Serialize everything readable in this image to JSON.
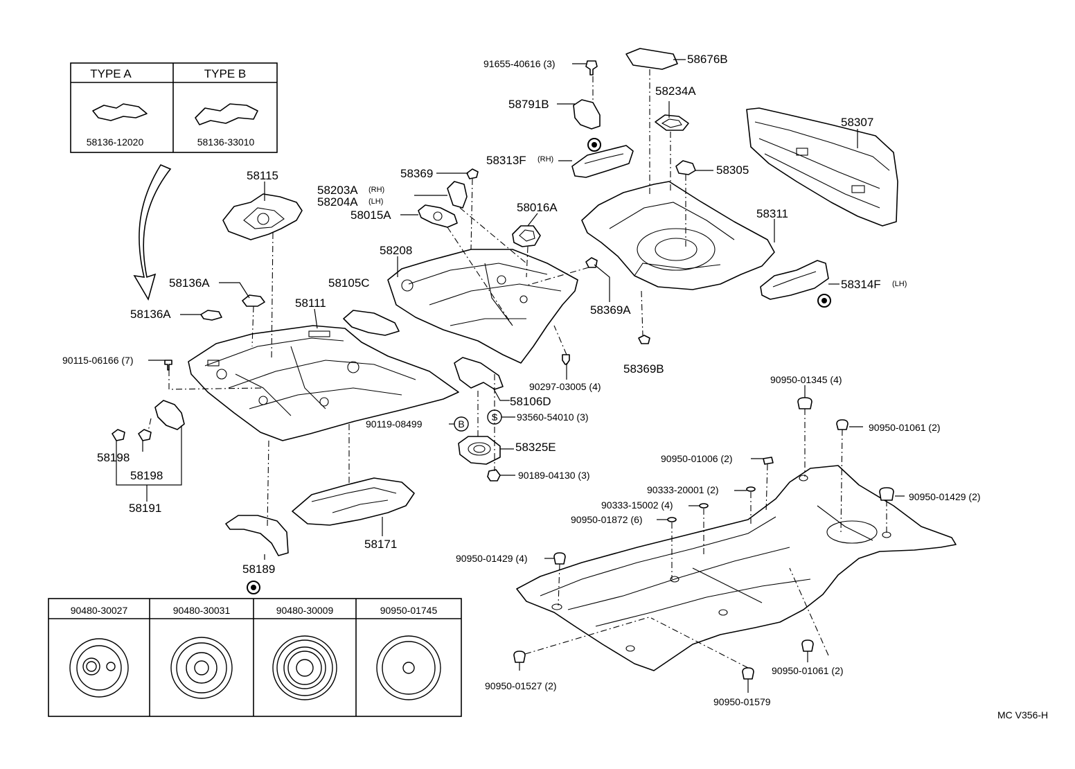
{
  "type_table": {
    "headers": [
      "TYPE  A",
      "TYPE  B"
    ],
    "codes": [
      "58136-12020",
      "58136-33010"
    ]
  },
  "labels": {
    "58115": "58115",
    "58136A_a": "58136A",
    "58136A_b": "58136A",
    "58111": "58111",
    "58105C": "58105C",
    "90115": "90115-06166 (7)",
    "58198_a": "58198",
    "58198_b": "58198",
    "58191": "58191",
    "58189": "58189",
    "58171": "58171",
    "58369": "58369",
    "58203A": "58203A",
    "58203A_side": "(RH)",
    "58204A": "58204A",
    "58204A_side": "(LH)",
    "58015A": "58015A",
    "58208": "58208",
    "58016A": "58016A",
    "58369A": "58369A",
    "58369B": "58369B",
    "90297": "90297-03005 (4)",
    "58106D": "58106D",
    "90119": "90119-08499",
    "93560": "93560-54010 (3)",
    "58325E": "58325E",
    "90189": "90189-04130 (3)",
    "91655": "91655-40616 (3)",
    "58791B": "58791B",
    "58313F": "58313F",
    "58313F_side": "(RH)",
    "58676B": "58676B",
    "58234A": "58234A",
    "58305": "58305",
    "58307": "58307",
    "58311": "58311",
    "58314F": "58314F",
    "58314F_side": "(LH)",
    "90950_01345": "90950-01345 (4)",
    "90950_01061_a": "90950-01061 (2)",
    "90950_01006": "90950-01006 (2)",
    "90333_20001": "90333-20001 (2)",
    "90333_15002": "90333-15002 (4)",
    "90950_01872": "90950-01872 (6)",
    "90950_01429_a": "90950-01429 (2)",
    "90950_01429_b": "90950-01429 (4)",
    "90950_01527": "90950-01527 (2)",
    "90950_01579": "90950-01579",
    "90950_01061_b": "90950-01061 (2)",
    "footer": "MC  V356-H"
  },
  "symbols": {
    "b_marker": "B",
    "s_marker": "S"
  },
  "plug_table": {
    "headers": [
      "90480-30027",
      "90480-30031",
      "90480-30009",
      "90950-01745"
    ]
  }
}
